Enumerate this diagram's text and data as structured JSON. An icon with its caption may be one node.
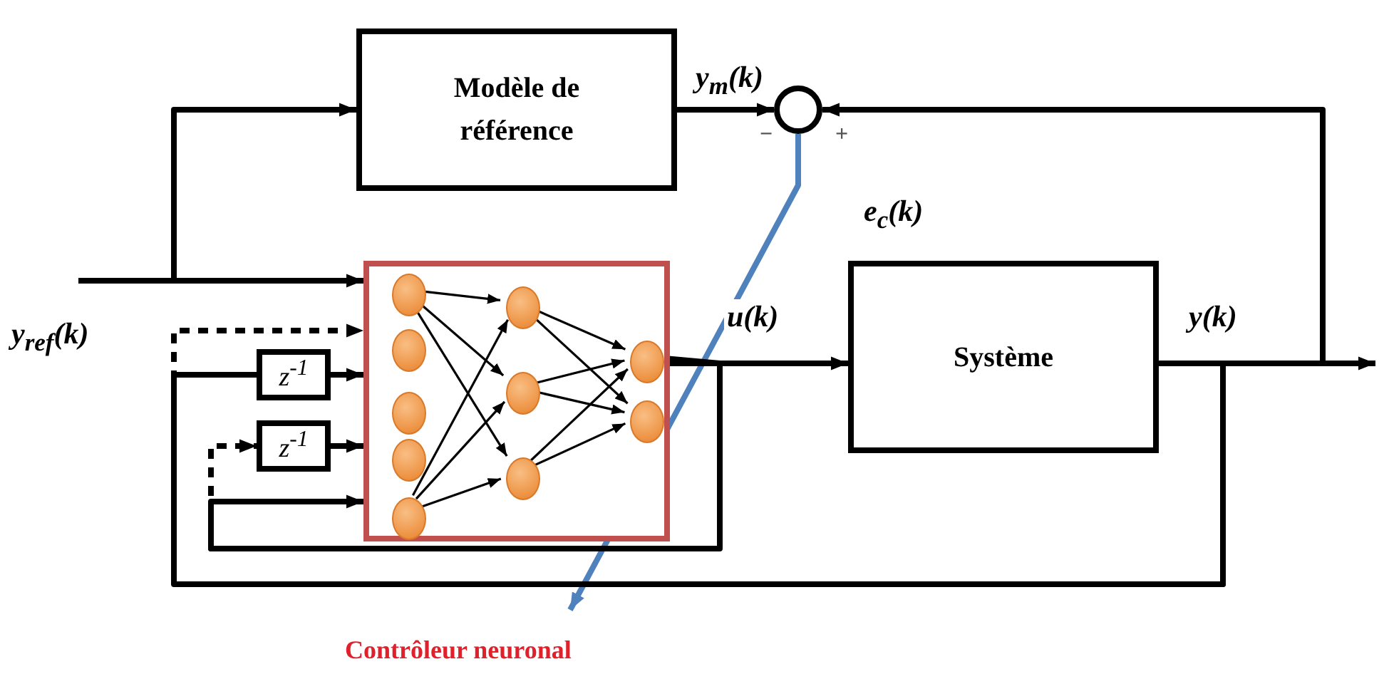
{
  "diagram": {
    "nodes": [
      {
        "text": [
          "Modèle de référence"
        ]
      },
      {
        "text": [],
        "shape": "circle",
        "beside": [
          "−",
          "+"
        ]
      },
      {
        "text": [],
        "shape": "box",
        "beside": [
          "Contrôleur neuronal"
        ]
      },
      {
        "text": [],
        "shape": "circle",
        "in": 2
      },
      {
        "text": [],
        "shape": "circle",
        "in": 2
      },
      {
        "text": [],
        "shape": "circle",
        "in": 2
      },
      {
        "text": [],
        "shape": "circle",
        "in": 2
      },
      {
        "text": [],
        "shape": "circle",
        "in": 2
      },
      {
        "text": [],
        "shape": "circle",
        "in": 2
      },
      {
        "text": [],
        "shape": "circle",
        "in": 2
      },
      {
        "text": [],
        "shape": "circle",
        "in": 2
      },
      {
        "text": [],
        "shape": "circle",
        "in": 2
      },
      {
        "text": [],
        "shape": "circle",
        "in": 2
      },
      {
        "text": [
          "z$^{-1}$"
        ]
      },
      {
        "text": [
          "z$^{-1}$"
        ]
      },
      {
        "text": [
          "Système"
        ]
      }
    ],
    "edges": [
      {
        "from": null,
        "to": 2,
        "arrow": "to",
        "label": "y$_{ref}$(k)"
      },
      {
        "from": null,
        "to": 0,
        "arrow": "to"
      },
      {
        "from": 0,
        "to": 1,
        "arrow": "to",
        "label": "y$_{m}$(k)"
      },
      {
        "from": 15,
        "to": 1,
        "arrow": "to"
      },
      {
        "from": 1,
        "to": 2,
        "arrow": "to",
        "label": "e$_{c}$(k)",
        "color": "#4f81bd"
      },
      {
        "from": 2,
        "to": 15,
        "arrow": "to",
        "label": "u(k)"
      },
      {
        "from": 15,
        "to": null,
        "arrow": "to",
        "label": "y(k)"
      },
      {
        "from": 15,
        "to": 2,
        "arrow": "to",
        "style": "dashed"
      },
      {
        "from": 15,
        "to": 13,
        "arrow": "none"
      },
      {
        "from": 13,
        "to": 2,
        "arrow": "to"
      },
      {
        "from": 11,
        "to": 2,
        "arrow": "to"
      },
      {
        "from": 2,
        "to": 14,
        "arrow": "to",
        "style": "dashed"
      },
      {
        "from": 14,
        "to": 2,
        "arrow": "to"
      },
      {
        "from": 3,
        "to": 8,
        "arrow": "to"
      },
      {
        "from": 3,
        "to": 9,
        "arrow": "to"
      },
      {
        "from": 3,
        "to": 10,
        "arrow": "to"
      },
      {
        "from": 7,
        "to": 8,
        "arrow": "to"
      },
      {
        "from": 7,
        "to": 9,
        "arrow": "to"
      },
      {
        "from": 7,
        "to": 10,
        "arrow": "to"
      },
      {
        "from": 8,
        "to": 11,
        "arrow": "to"
      },
      {
        "from": 8,
        "to": 12,
        "arrow": "to"
      },
      {
        "from": 9,
        "to": 11,
        "arrow": "to"
      },
      {
        "from": 9,
        "to": 12,
        "arrow": "to"
      },
      {
        "from": 10,
        "to": 11,
        "arrow": "to"
      },
      {
        "from": 10,
        "to": 12,
        "arrow": "to"
      }
    ]
  }
}
